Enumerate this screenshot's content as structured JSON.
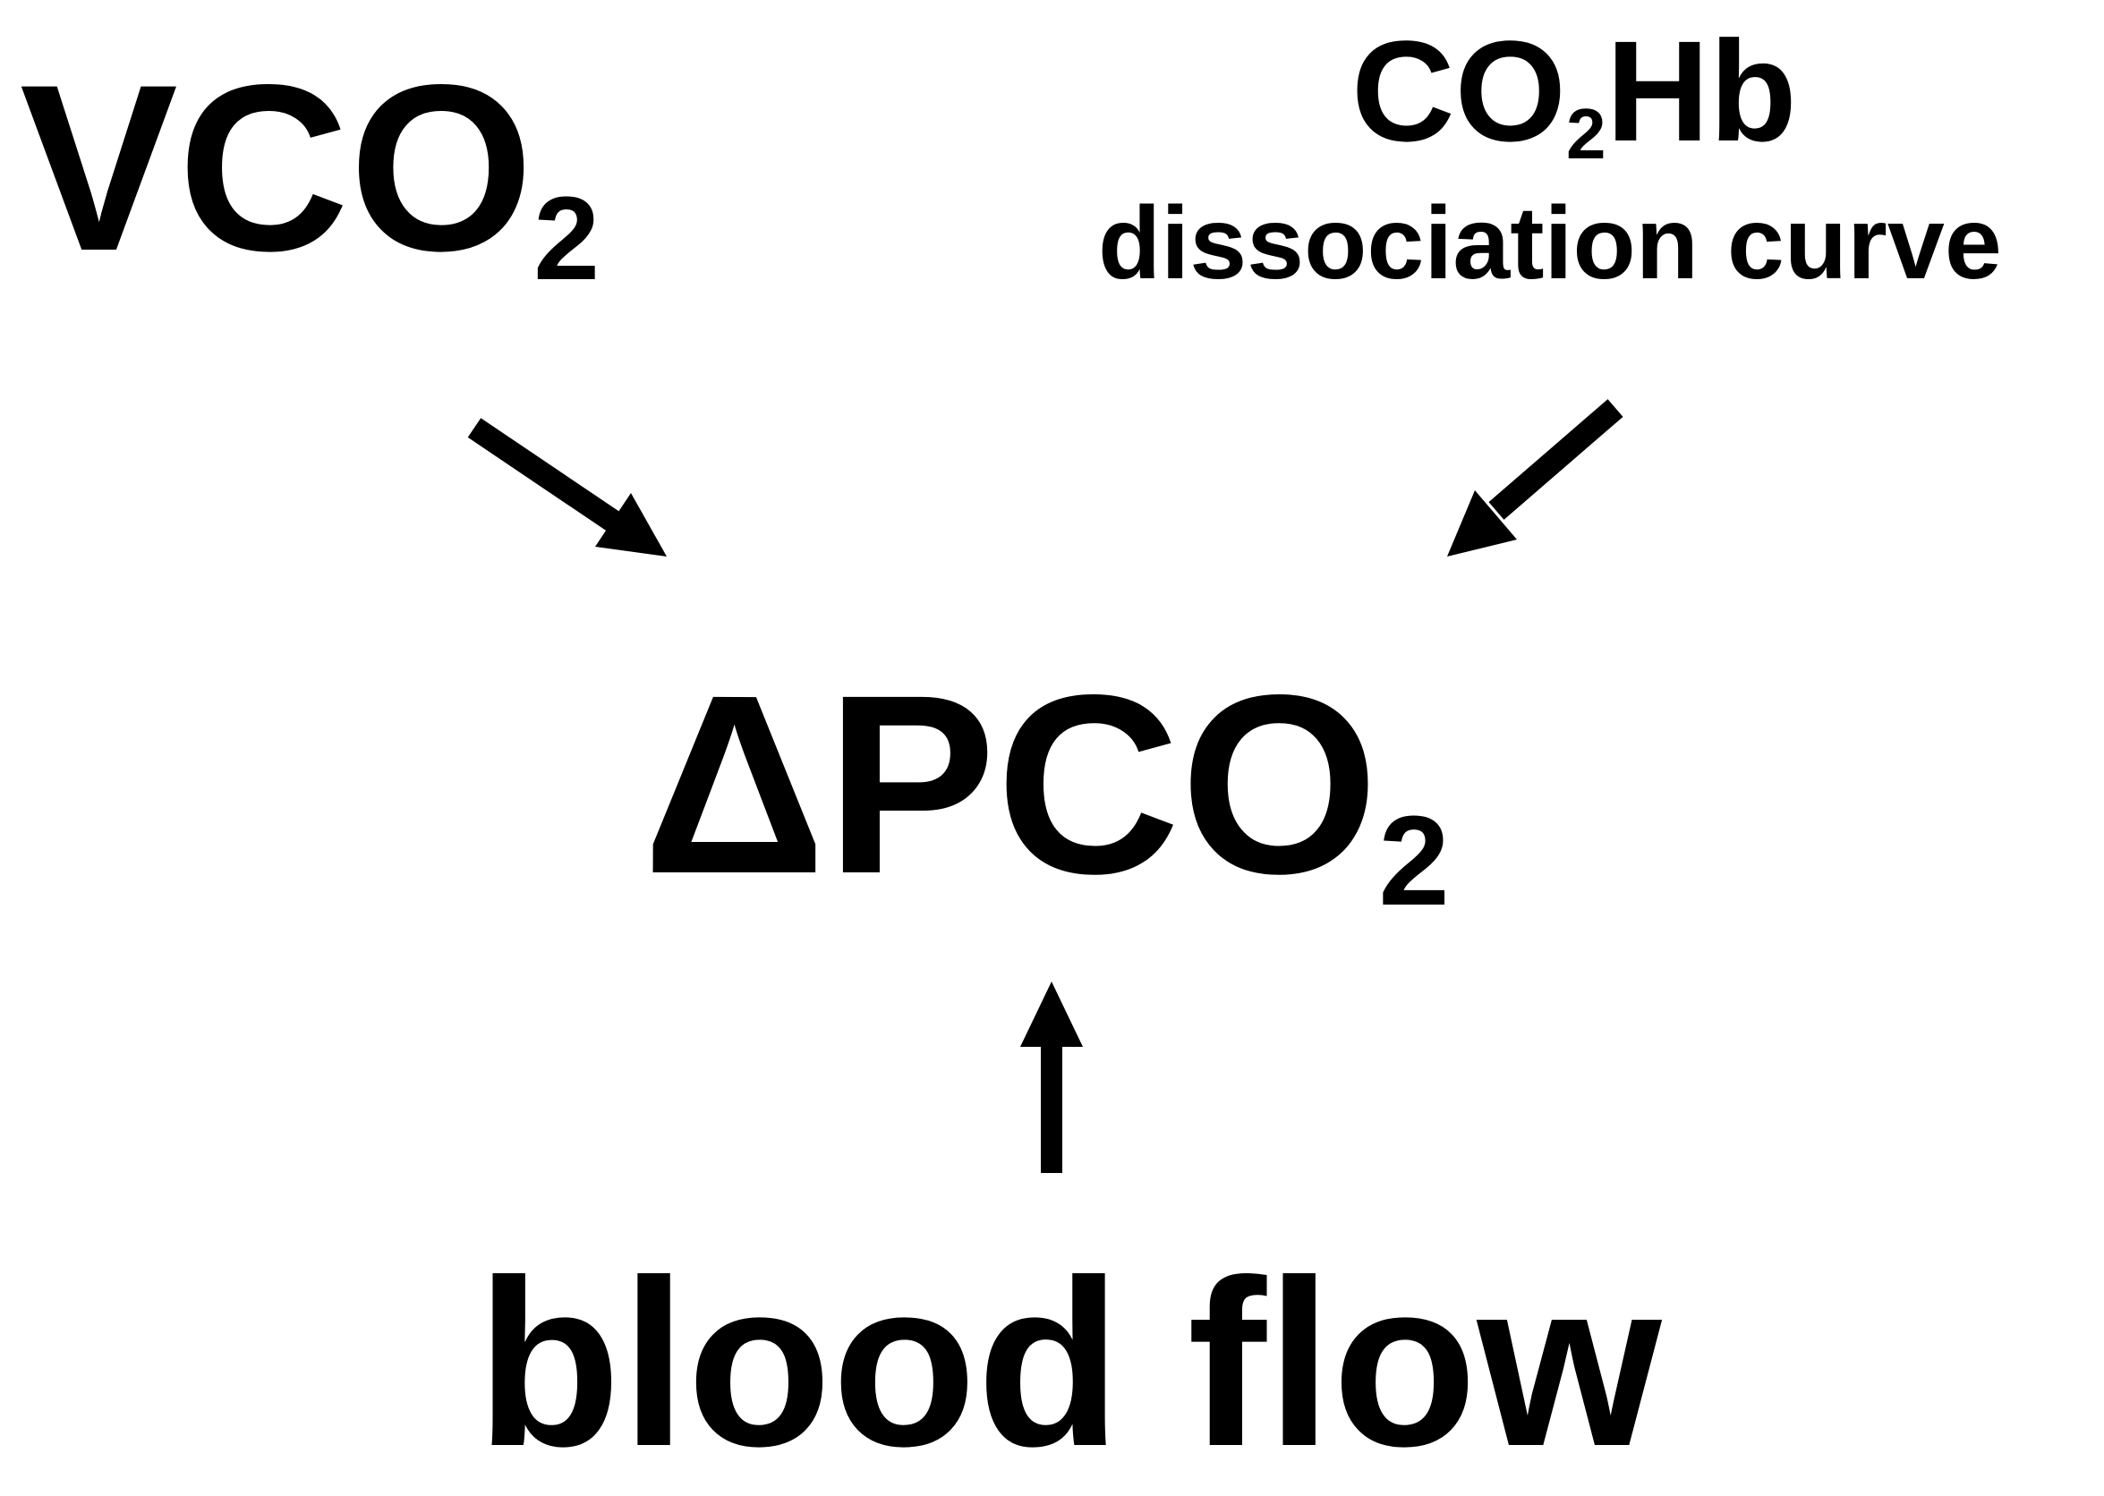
{
  "nodes": {
    "input_left": {
      "main": "VCO",
      "sub": "2"
    },
    "input_right": {
      "main": "CO",
      "sub": "2",
      "tail": "Hb",
      "caption": "dissociation curve"
    },
    "center": {
      "prefix": "Δ",
      "main": "PCO",
      "sub": "2"
    },
    "input_bottom": {
      "main": "blood flow"
    }
  },
  "edges": [
    {
      "from": "input_left",
      "to": "center"
    },
    {
      "from": "input_right",
      "to": "center"
    },
    {
      "from": "input_bottom",
      "to": "center"
    }
  ],
  "colors": {
    "ink": "#000000",
    "background": "#ffffff"
  }
}
